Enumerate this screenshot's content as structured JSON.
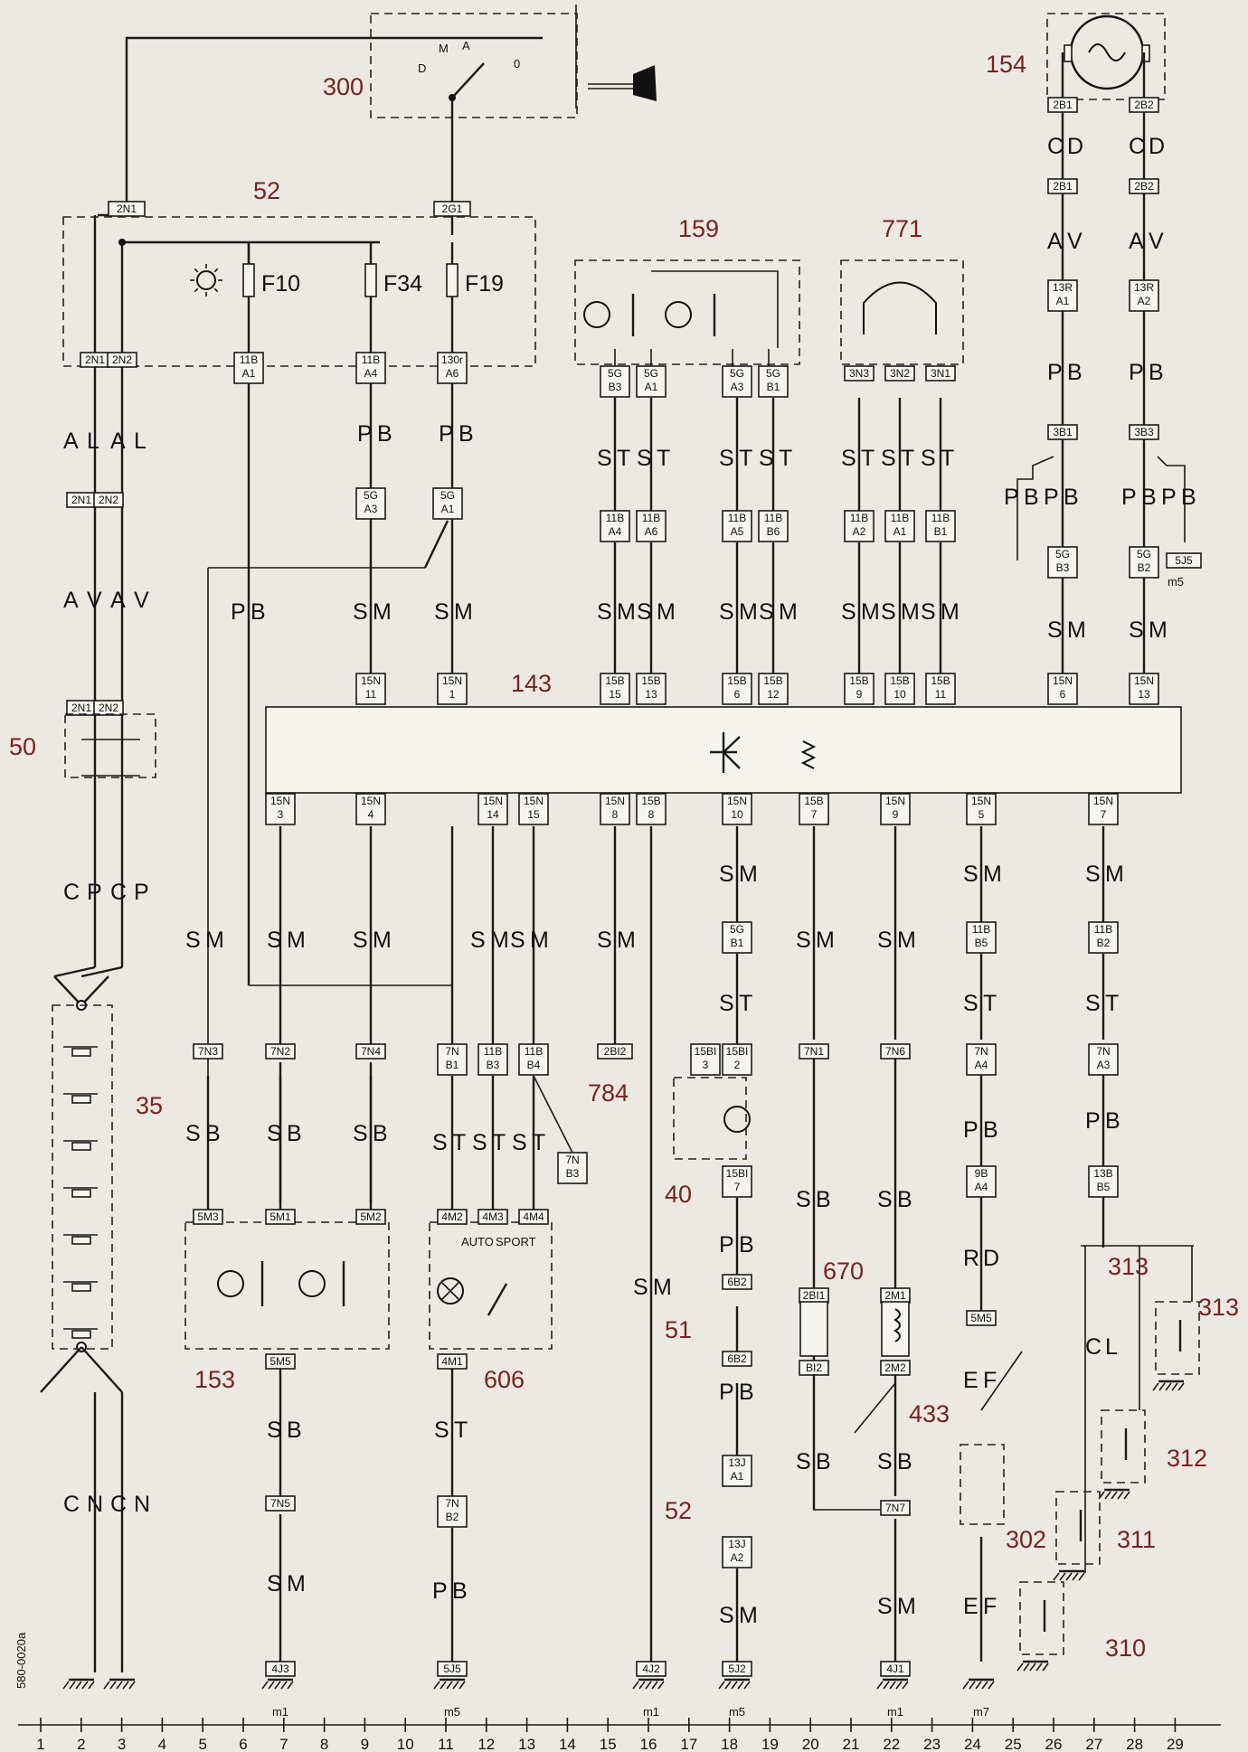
{
  "components": {
    "c300": "300",
    "c52a": "52",
    "c159": "159",
    "c771": "771",
    "c154": "154",
    "c50": "50",
    "c143": "143",
    "c35": "35",
    "c784": "784",
    "c40": "40",
    "c670": "670",
    "c51": "51",
    "c433": "433",
    "c313": "313",
    "c312": "312",
    "c311": "311",
    "c302": "302",
    "c310": "310",
    "c153": "153",
    "c606": "606",
    "c52b": "52"
  },
  "fuses": {
    "f10": "F10",
    "f34": "F34",
    "f19": "F19"
  },
  "switch_positions": {
    "m": "M",
    "a": "A",
    "d": "D",
    "o": "0"
  },
  "selector": {
    "auto": "AUTO",
    "sport": "SPORT"
  },
  "connectors": {
    "k2n1_top": "2N1",
    "k2g1": "2G1",
    "k2n1_a": "2N1",
    "k2n2_a": "2N2",
    "k11b_a1": "11B|A1",
    "k11b_a4": "11B|A4",
    "k130r_a6": "130r|A6",
    "k2n1_b": "2N1",
    "k2n2_b": "2N2",
    "k5g_a3": "5G|A3",
    "k5g_a1": "5G|A1",
    "k2n1_c": "2N1",
    "k2n2_c": "2N2",
    "k5g_b3": "5G|B3",
    "k5g_a1b": "5G|A1",
    "k5g_a3b": "5G|A3",
    "k5g_b1": "5G|B1",
    "k3n3": "3N3",
    "k3n2": "3N2",
    "k3n1": "3N1",
    "k11b_a4b": "11B|A4",
    "k11b_a6": "11B|A6",
    "k11b_a5": "11B|A5",
    "k11b_b6": "11B|B6",
    "k11b_a2": "11B|A2",
    "k11b_a1b": "11B|A1",
    "k11b_b1": "11B|B1",
    "k15n_11": "15N|11",
    "k15n_1": "15N|1",
    "k15b_15": "15B|15",
    "k15b_13": "15B|13",
    "k15b_6": "15B|6",
    "k15b_12": "15B|12",
    "k15b_9": "15B|9",
    "k15b_10": "15B|10",
    "k15b_11": "15B|11",
    "k15n_6": "15N|6",
    "k15n_13": "15N|13",
    "k2b1_a": "2B1",
    "k2b2_a": "2B2",
    "k2b1_b": "2B1",
    "k2b2_b": "2B2",
    "k13r_a1": "13R|A1",
    "k13r_a2": "13R|A2",
    "k3b1": "3B1",
    "k3b3": "3B3",
    "k5g_b3c": "5G|B3",
    "k5g_b2": "5G|B2",
    "k5j5": "5J5",
    "k15n_3": "15N|3",
    "k15n_4": "15N|4",
    "k15n_14": "15N|14",
    "k15n_15": "15N|15",
    "k15n_8": "15N|8",
    "k15b_8": "15B|8",
    "k15n_10": "15N|10",
    "k15b_7": "15B|7",
    "k15n_9": "15N|9",
    "k15n_5": "15N|5",
    "k15n_7": "15N|7",
    "k7n3": "7N3",
    "k7n2": "7N2",
    "k7n4": "7N4",
    "k7n_b1": "7N|B1",
    "k11b_b3": "11B|B3",
    "k11b_b4": "11B|B4",
    "k2b12": "2BI2",
    "k7n_b3": "7N|B3",
    "k5g_b1c": "5G|B1",
    "k15bi_3": "15BI|3",
    "k15bi_2": "15BI|2",
    "k15bi_7": "15BI|7",
    "k7n1": "7N1",
    "k7n6": "7N6",
    "k11b_b5": "11B|B5",
    "k11b_b2": "11B|B2",
    "k7n_a4": "7N|A4",
    "k7n_a3": "7N|A3",
    "k9b_a4": "9B|A4",
    "k13b_b5": "13B|B5",
    "k5m3": "5M3",
    "k5m1": "5M1",
    "k5m2": "5M2",
    "k4m2": "4M2",
    "k4m3": "4M3",
    "k4m4": "4M4",
    "k6b2_a": "6B2",
    "k6b2_b": "6B2",
    "k2bi1": "2BI1",
    "k2m1": "2M1",
    "k2m2": "2M2",
    "kbi2": "BI2",
    "k5m5_a": "5M5",
    "k5m5_b": "5M5",
    "k4m1": "4M1",
    "k7n5": "7N5",
    "k7n_b2": "7N|B2",
    "k13j_a1": "13J|A1",
    "k13j_a2": "13J|A2",
    "k7n7": "7N7",
    "k4j3": "4J3",
    "k5j5b": "5J5",
    "k4j2": "4J2",
    "k5j2": "5J2",
    "k4j1": "4J1"
  },
  "wire_labels": {
    "alal": "A|L|A|L",
    "avav": "A|V|A|V",
    "cpcp": "C|P|C|P",
    "cncn": "C|N|C|N",
    "pb_1": "P|B",
    "pb_2": "P|B",
    "pb_3": "P|B",
    "sm_1": "S|M",
    "sm_2": "S|M",
    "sts_1": "S|T|S|T",
    "sts_2": "S|T|S|T",
    "sts_3": "S|T|S|T|S|T",
    "sms_1": "S|M|S|M",
    "sms_2": "S|M|S|M",
    "sms_3": "S|M|S|M|S|M",
    "cd_1": "C|D",
    "cd_2": "C|D",
    "av_1": "A|V",
    "av_2": "A|V",
    "pb_4": "P|B",
    "pb_5": "P|B",
    "pbpb_1": "P|B|P|B",
    "pbpb_2": "P|B|P|B",
    "sm_3": "S|M",
    "sm_4": "S|M",
    "sm_5": "S|M",
    "sm_6": "S|M",
    "sm_7": "S|M",
    "sms_4": "S|M|S|M",
    "sm_8": "S|M",
    "sm_9": "S|M",
    "sm_10": "S|M",
    "sm_11": "S|M",
    "sm_12": "S|M",
    "sm_13": "S|M",
    "st_1": "S|T",
    "st_2": "S|T",
    "st_3": "S|T",
    "sb_1": "S|B",
    "sb_2": "S|B",
    "sb_3": "S|B",
    "stst_1": "S|T|S|T|S|T",
    "sb_4": "S|B",
    "sb_5": "S|B",
    "pb_6": "P|B",
    "pb_7": "P|B",
    "rd": "R|D",
    "sm_14": "S|M",
    "cl": "C|L",
    "pb_8": "P|B",
    "sb_6": "S|B",
    "sb_7": "S|B",
    "ef_1": "E|F",
    "sb_8": "S|B",
    "st_4": "S|T",
    "sm_15": "S|M",
    "pb_9": "P|B",
    "sm_16": "S|M",
    "ef_2": "E|F"
  },
  "grounds": {
    "m1a": "m1",
    "m5a": "m5",
    "m1b": "m1",
    "m5b": "m5",
    "m1c": "m1",
    "m7": "m7",
    "m5c": "m5"
  },
  "page_code": "580-0020a",
  "scale": [
    "1",
    "2",
    "3",
    "4",
    "5",
    "6",
    "7",
    "8",
    "9",
    "10",
    "11",
    "12",
    "13",
    "14",
    "15",
    "16",
    "17",
    "18",
    "19",
    "20",
    "21",
    "22",
    "23",
    "24",
    "25",
    "26",
    "27",
    "28",
    "29"
  ]
}
